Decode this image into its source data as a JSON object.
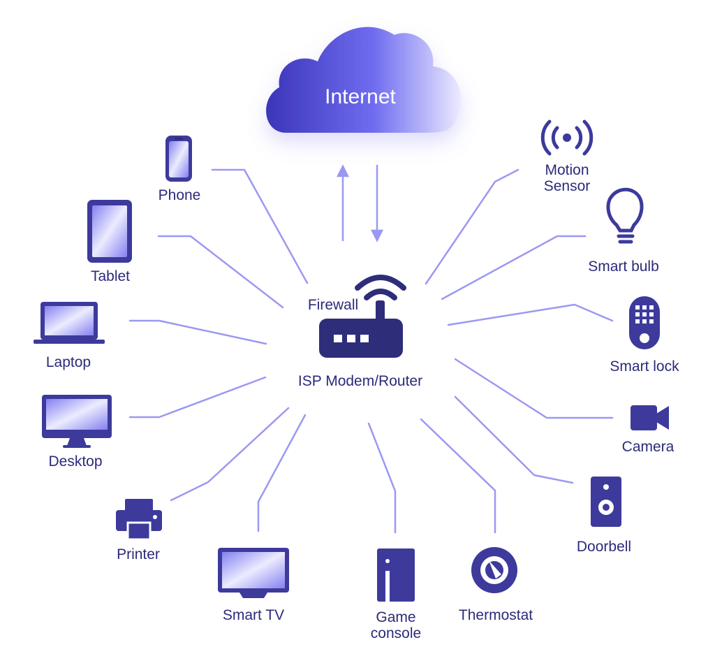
{
  "cloud": {
    "label": "Internet"
  },
  "router": {
    "firewall_label": "Firewall",
    "label": "ISP Modem/Router"
  },
  "devices": {
    "phone": "Phone",
    "tablet": "Tablet",
    "laptop": "Laptop",
    "desktop": "Desktop",
    "printer": "Printer",
    "smart_tv": "Smart TV",
    "game_console_line1": "Game",
    "game_console_line2": "console",
    "thermostat": "Thermostat",
    "doorbell": "Doorbell",
    "camera": "Camera",
    "smart_lock": "Smart lock",
    "smart_bulb": "Smart bulb",
    "motion_sensor_line1": "Motion",
    "motion_sensor_line2": "Sensor"
  },
  "colors": {
    "icon_dark": "#3a3a8f",
    "icon_fill": "#8f8cf0",
    "line": "#9b98f2",
    "cloud_start": "#3b35b8",
    "cloud_end": "#e6e4ff"
  }
}
